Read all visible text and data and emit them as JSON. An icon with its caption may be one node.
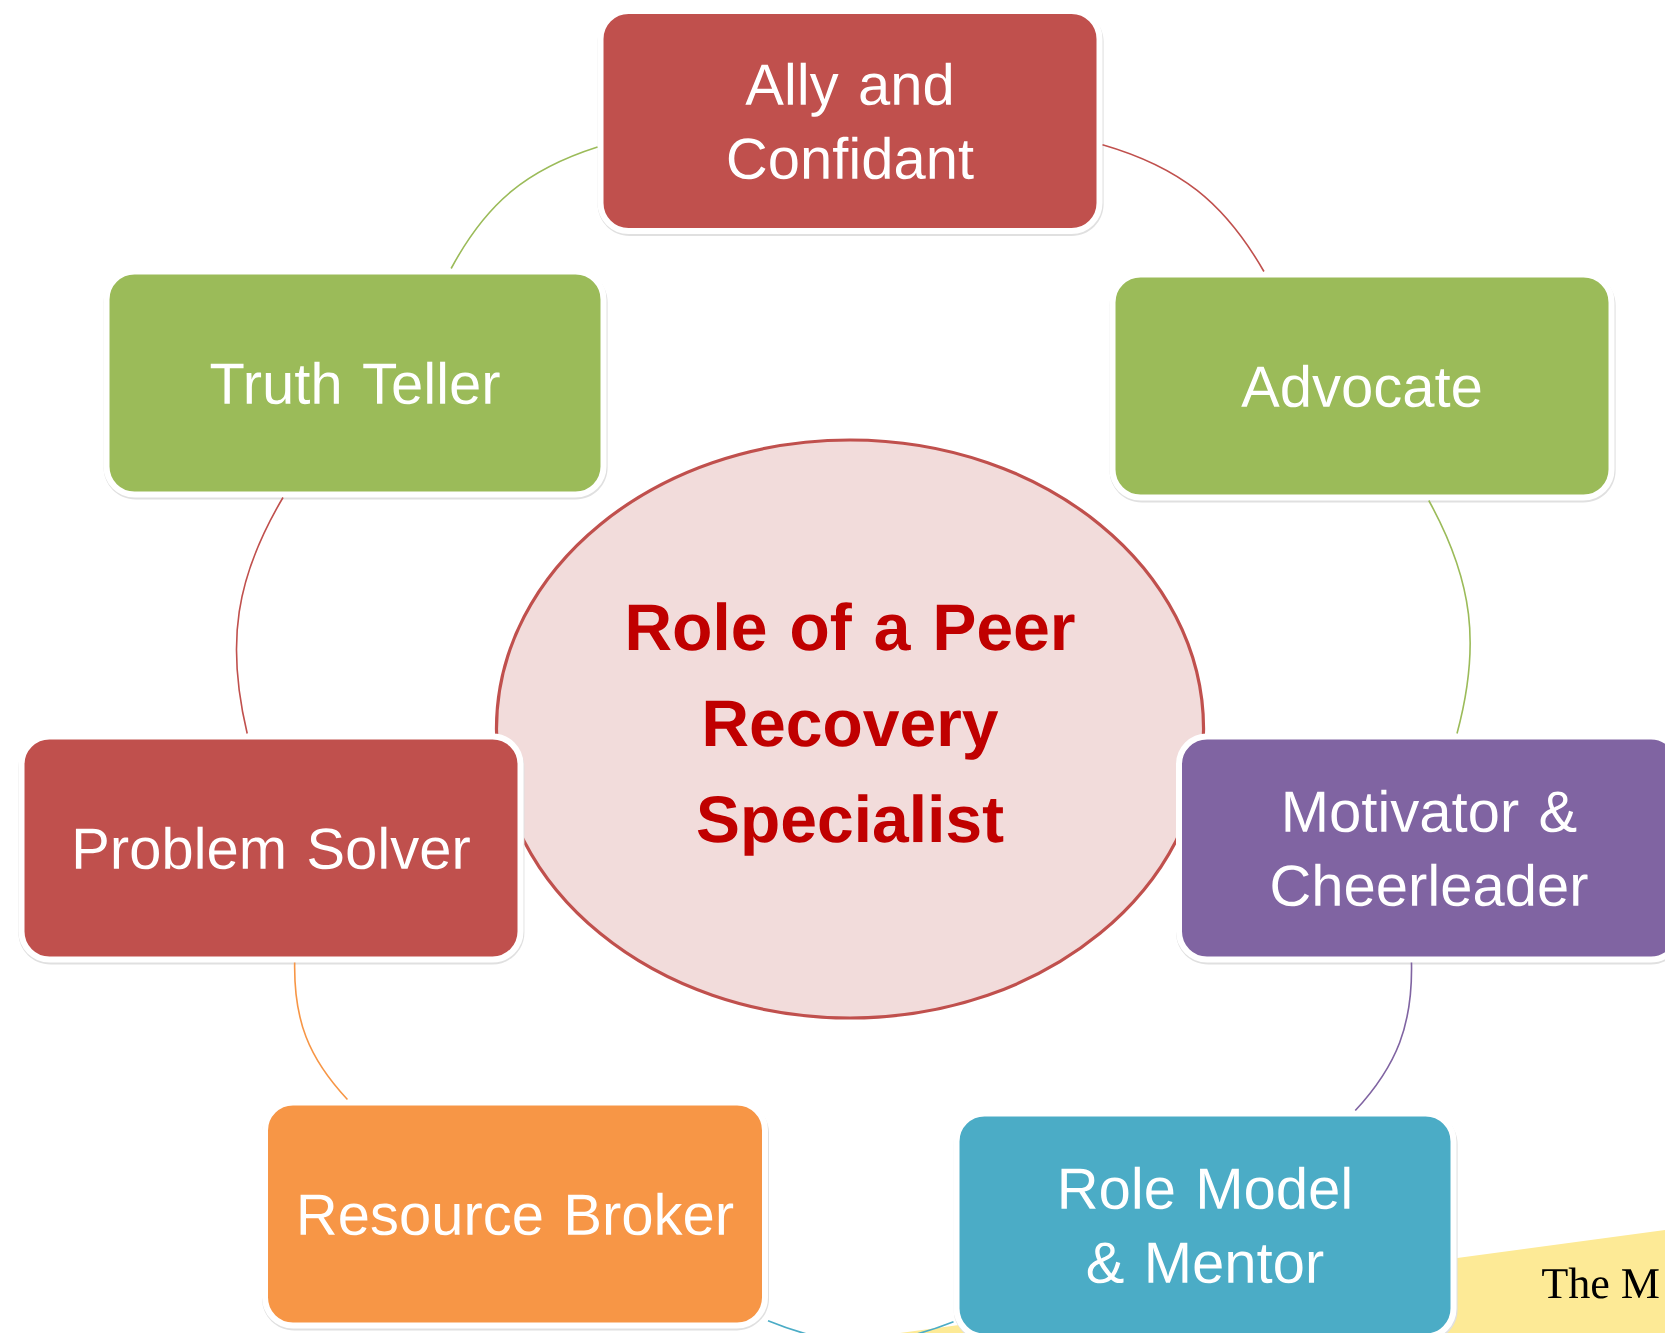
{
  "diagram": {
    "nodes": [
      {
        "text": [
          "Ally and Confidant"
        ]
      },
      {
        "text": [
          "Truth Teller"
        ]
      },
      {
        "text": [
          "Advocate"
        ]
      },
      {
        "text": [
          "Role of a Peer Recovery Specialist"
        ]
      },
      {
        "text": [
          "Problem Solver"
        ]
      },
      {
        "text": [
          "Motivator & Cheerleader"
        ]
      },
      {
        "text": [
          "Resource Broker"
        ]
      },
      {
        "text": [
          "Role Model & Mentor"
        ]
      }
    ],
    "edges": [
      {
        "from": 0,
        "to": 2,
        "arrow": "none",
        "color": "#c0504d"
      },
      {
        "from": 2,
        "to": 5,
        "arrow": "none",
        "color": "#9bbb59"
      },
      {
        "from": 5,
        "to": 7,
        "arrow": "none",
        "color": "#8064a2"
      },
      {
        "from": 7,
        "to": 6,
        "arrow": "none",
        "color": "#4bacc6"
      },
      {
        "from": 6,
        "to": 4,
        "arrow": "none",
        "color": "#f79646"
      },
      {
        "from": 4,
        "to": 1,
        "arrow": "none",
        "color": "#c0504d"
      },
      {
        "from": 1,
        "to": 0,
        "arrow": "none",
        "color": "#9bbb59"
      }
    ],
    "labels": [
      "The M"
    ]
  }
}
